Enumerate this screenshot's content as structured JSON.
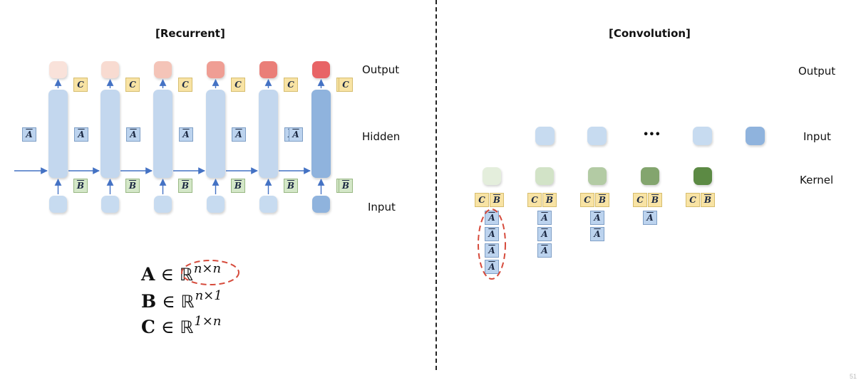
{
  "recurrent": {
    "title": "[Recurrent]",
    "row_labels": {
      "output": "Output",
      "hidden": "Hidden",
      "input": "Input"
    },
    "steps": [
      {
        "output_color": "#f9e2da",
        "hidden_color": "#c3d7ee",
        "input_color": "#c7dbf0"
      },
      {
        "output_color": "#f8dbd1",
        "hidden_color": "#c3d7ee",
        "input_color": "#c7dbf0"
      },
      {
        "output_color": "#f4c4b8",
        "hidden_color": "#c3d7ee",
        "input_color": "#c7dbf0"
      },
      {
        "output_color": "#ef9e94",
        "hidden_color": "#c3d7ee",
        "input_color": "#c7dbf0"
      },
      {
        "output_color": "#ea7e78",
        "hidden_color": "#c3d7ee",
        "input_color": "#c7dbf0"
      },
      {
        "output_color": "#e86466",
        "hidden_color": "#8fb3dd",
        "input_color": "#8fb3dd"
      }
    ],
    "matrix_labels": {
      "a": "A",
      "b": "B",
      "c": "C"
    },
    "equations": [
      {
        "symbol": "A",
        "in": "∈",
        "set": "ℝ",
        "dims": "n×n",
        "highlighted": true
      },
      {
        "symbol": "B",
        "in": "∈",
        "set": "ℝ",
        "dims": "n×1",
        "highlighted": false
      },
      {
        "symbol": "C",
        "in": "∈",
        "set": "ℝ",
        "dims": "1×n",
        "highlighted": false
      }
    ]
  },
  "convolution": {
    "title": "[Convolution]",
    "row_labels": {
      "output": "Output",
      "input": "Input",
      "kernel": "Kernel"
    },
    "inputs": [
      {
        "kind": "box",
        "color": "#c7dbf0"
      },
      {
        "kind": "box",
        "color": "#c7dbf0"
      },
      {
        "kind": "ellipsis",
        "text": "•••"
      },
      {
        "kind": "box",
        "color": "#c7dbf0"
      },
      {
        "kind": "box",
        "color": "#8fb3dd"
      }
    ],
    "kernels": [
      {
        "color": "#e4eedc",
        "a_count": 4,
        "highlighted": true
      },
      {
        "color": "#d2e3c7",
        "a_count": 3,
        "highlighted": false
      },
      {
        "color": "#b3cba4",
        "a_count": 2,
        "highlighted": false
      },
      {
        "color": "#83a56e",
        "a_count": 1,
        "highlighted": false
      },
      {
        "color": "#5c8a44",
        "a_count": 0,
        "highlighted": false
      }
    ]
  },
  "colors": {
    "arrow": "#4472c4",
    "highlight_ellipse": "#d64b3c",
    "divider": "#222222"
  },
  "slide_number": "51"
}
